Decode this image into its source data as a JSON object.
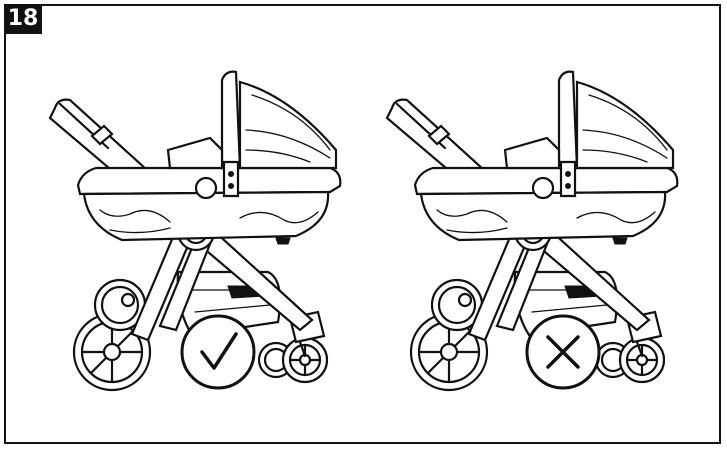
{
  "step": {
    "number": "18"
  },
  "panels": [
    {
      "id": "correct",
      "indicator": "check-mark"
    },
    {
      "id": "incorrect",
      "indicator": "cross-mark"
    }
  ],
  "colors": {
    "line": "#111111",
    "background": "#ffffff"
  }
}
